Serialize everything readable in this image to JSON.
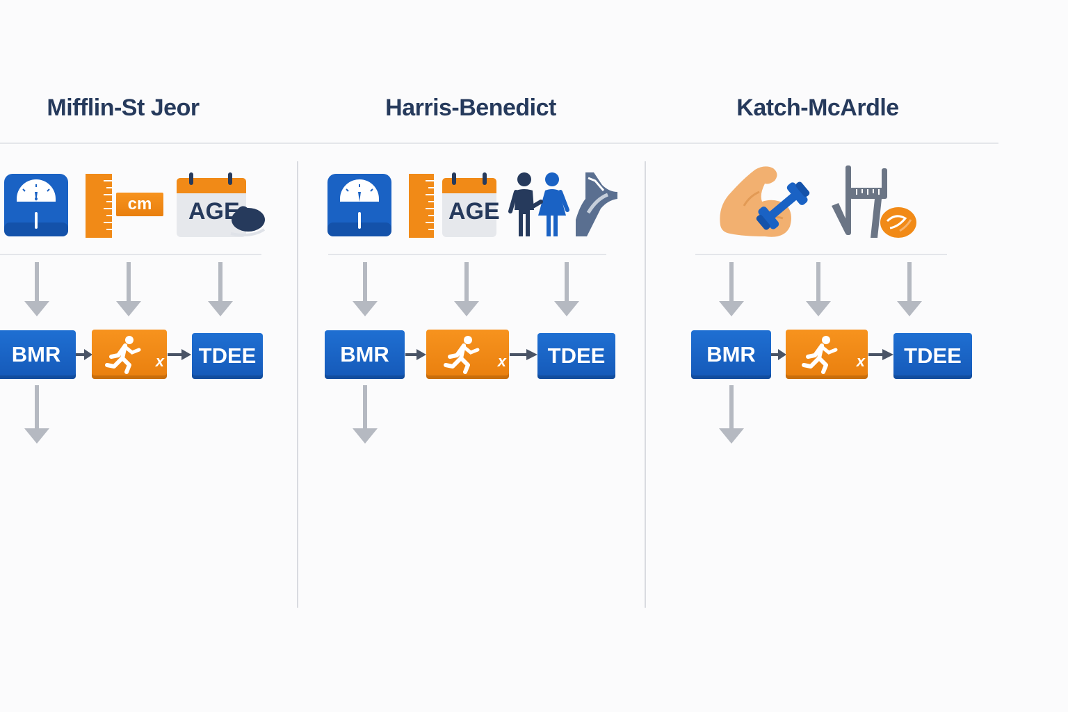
{
  "columns": [
    {
      "id": "mifflin",
      "title": "Mifflin-St Jeor",
      "inputs": [
        "scale-icon",
        "ruler-icon",
        "calendar-icon"
      ],
      "unit_label": "cm",
      "age_label": "AGE",
      "bmr_label": "BMR",
      "tdee_label": "TDEE",
      "multiplier": "x"
    },
    {
      "id": "harris",
      "title": "Harris-Benedict",
      "inputs": [
        "scale-icon",
        "ruler-icon",
        "calendar-icon",
        "man-woman-icon",
        "caliper-icon"
      ],
      "age_label": "AGE",
      "bmr_label": "BMR",
      "tdee_label": "TDEE",
      "multiplier": "x"
    },
    {
      "id": "katch",
      "title": "Katch-McArdle",
      "inputs": [
        "flexed-arm-dumbbell-icon",
        "skinfold-caliper-icon"
      ],
      "bmr_label": "BMR",
      "tdee_label": "TDEE",
      "multiplier": "x"
    }
  ],
  "colors": {
    "blue": "#1a62c4",
    "orange": "#f18a17",
    "arrow_gray": "#b5b9c1",
    "title": "#263a5c"
  }
}
